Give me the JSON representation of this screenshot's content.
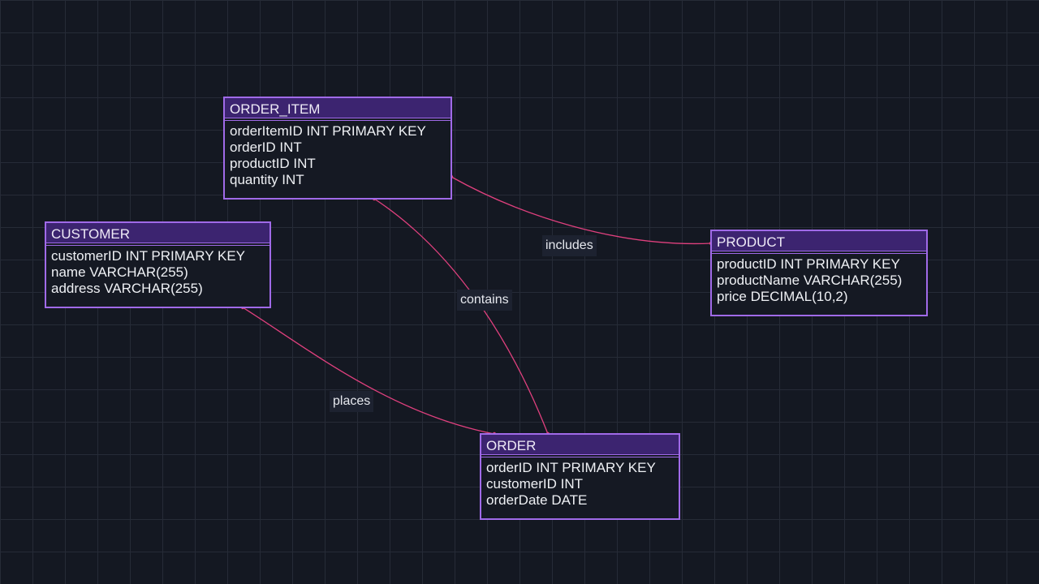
{
  "colors": {
    "background": "#141822",
    "grid": "#262b37",
    "entity_border": "#a06ae8",
    "entity_header": "#3c2470",
    "edge": "#e0407e",
    "label_background": "#1d2230",
    "text": "#eef0f4"
  },
  "entities": {
    "order_item": {
      "name": "ORDER_ITEM",
      "attributes": [
        "orderItemID INT PRIMARY KEY",
        "orderID INT",
        "productID INT",
        "quantity INT"
      ]
    },
    "customer": {
      "name": "CUSTOMER",
      "attributes": [
        "customerID INT PRIMARY KEY",
        "name VARCHAR(255)",
        "address VARCHAR(255)"
      ]
    },
    "product": {
      "name": "PRODUCT",
      "attributes": [
        "productID INT PRIMARY KEY",
        "productName VARCHAR(255)",
        "price DECIMAL(10,2)"
      ]
    },
    "order": {
      "name": "ORDER",
      "attributes": [
        "orderID INT PRIMARY KEY",
        "customerID INT",
        "orderDate DATE"
      ]
    }
  },
  "relationships": [
    {
      "from": "ORDER_ITEM",
      "to": "PRODUCT",
      "label": "includes"
    },
    {
      "from": "ORDER_ITEM",
      "to": "ORDER",
      "label": "contains"
    },
    {
      "from": "CUSTOMER",
      "to": "ORDER",
      "label": "places"
    }
  ]
}
